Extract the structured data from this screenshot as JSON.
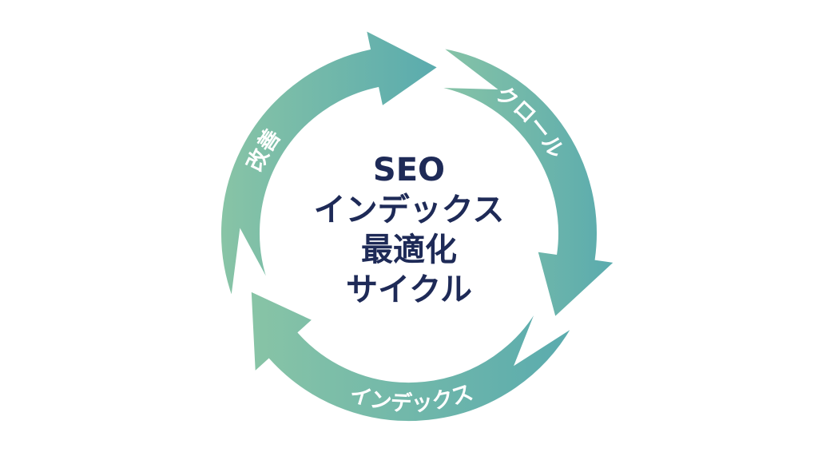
{
  "center_title": [
    "SEO",
    "インデックス",
    "最適化",
    "サイクル"
  ],
  "cycle_steps": [
    {
      "label": "クロール"
    },
    {
      "label": "インデックス"
    },
    {
      "label": "改善"
    }
  ],
  "colors": {
    "ring_light": "#88c4a6",
    "ring_dark": "#5aabae",
    "title": "#1e2a57"
  }
}
